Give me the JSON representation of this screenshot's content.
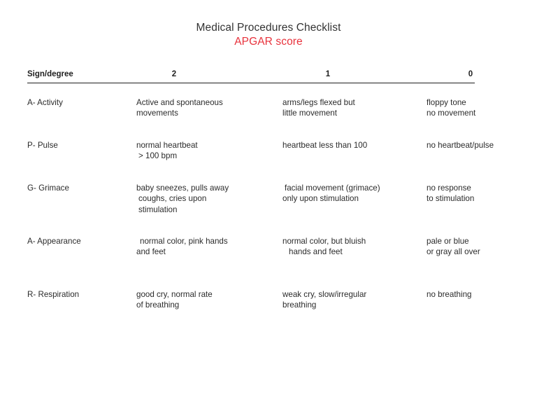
{
  "document": {
    "main_title": "Medical Procedures Checklist",
    "sub_title": "APGAR score",
    "sub_title_color": "#e8323c",
    "text_color": "#2b2b2b",
    "background": "#ffffff"
  },
  "table": {
    "headers": {
      "sign": "Sign/degree",
      "score_2": "2",
      "score_1": "1",
      "score_0": "0"
    },
    "rows": [
      {
        "sign": "A- Activity",
        "score_2": [
          "Active and spontaneous",
          "movements"
        ],
        "score_1": [
          "arms/legs flexed but",
          "little movement"
        ],
        "score_0": [
          "floppy tone",
          "no movement"
        ]
      },
      {
        "sign": "P- Pulse",
        "score_2": [
          "normal heartbeat",
          "> 100 bpm"
        ],
        "score_1": [
          "heartbeat less than 100"
        ],
        "score_0": [
          "no heartbeat/pulse"
        ]
      },
      {
        "sign": "G- Grimace",
        "score_2": [
          "baby sneezes, pulls away",
          "coughs, cries upon",
          "stimulation"
        ],
        "score_1": [
          "facial movement (grimace)",
          "only upon stimulation"
        ],
        "score_0": [
          "no response",
          "to stimulation"
        ]
      },
      {
        "sign": "A- Appearance",
        "score_2": [
          "normal color, pink hands",
          "and feet"
        ],
        "score_1": [
          "normal color, but bluish",
          "hands and feet"
        ],
        "score_0": [
          "pale or blue",
          "or gray all over"
        ]
      },
      {
        "sign": "R- Respiration",
        "score_2": [
          "good cry, normal rate",
          "of breathing"
        ],
        "score_1": [
          "weak cry, slow/irregular",
          "breathing"
        ],
        "score_0": [
          "no breathing"
        ]
      }
    ]
  }
}
